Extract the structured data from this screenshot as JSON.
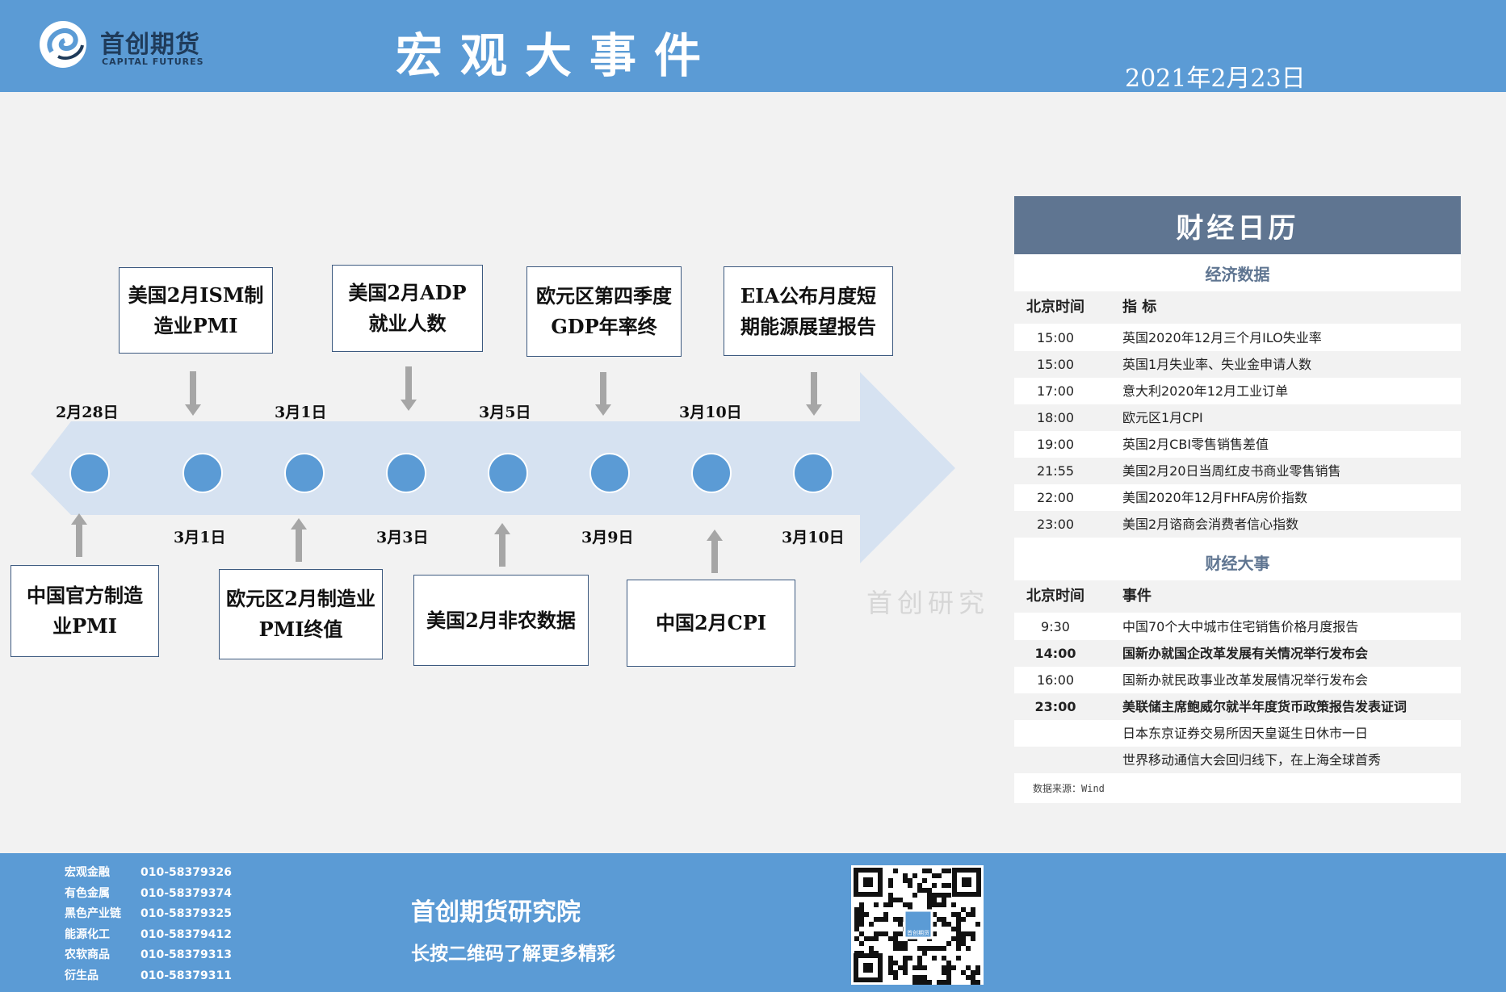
{
  "header": {
    "logo_cn": "首创期货",
    "logo_en": "CAPITAL FUTURES",
    "title": "宏观大事件",
    "date": "2021年2月23日"
  },
  "timeline": {
    "top_boxes": [
      "美国2月ISM制造业PMI",
      "美国2月ADP就业人数",
      "欧元区第四季度GDP年率终",
      "EIA公布月度短期能源展望报告"
    ],
    "bottom_boxes": [
      "中国官方制造业PMI",
      "欧元区2月制造业PMI终值",
      "美国2月非农数据",
      "中国2月CPI"
    ],
    "top_dates": [
      "2月28日",
      "3月1日",
      "3月5日",
      "3月10日"
    ],
    "bottom_dates": [
      "3月1日",
      "3月3日",
      "3月9日",
      "3月10日"
    ],
    "watermark": "首创研究"
  },
  "panel": {
    "title": "财经日历",
    "section1": "经济数据",
    "header1": {
      "time": "北京时间",
      "desc": "指  标"
    },
    "data_rows": [
      {
        "time": "15:00",
        "desc": "英国2020年12月三个月ILO失业率"
      },
      {
        "time": "15:00",
        "desc": "英国1月失业率、失业金申请人数"
      },
      {
        "time": "17:00",
        "desc": "意大利2020年12月工业订单"
      },
      {
        "time": "18:00",
        "desc": "欧元区1月CPI"
      },
      {
        "time": "19:00",
        "desc": "英国2月CBI零售销售差值"
      },
      {
        "time": "21:55",
        "desc": "美国2月20日当周红皮书商业零售销售"
      },
      {
        "time": "22:00",
        "desc": "美国2020年12月FHFA房价指数"
      },
      {
        "time": "23:00",
        "desc": "美国2月谘商会消费者信心指数"
      }
    ],
    "section2": "财经大事",
    "header2": {
      "time": "北京时间",
      "desc": "事件"
    },
    "event_rows": [
      {
        "time": "9:30",
        "desc": "中国70个大中城市住宅销售价格月度报告"
      },
      {
        "time": "14:00",
        "desc": "国新办就国企改革发展有关情况举行发布会"
      },
      {
        "time": "16:00",
        "desc": "国新办就民政事业改革发展情况举行发布会"
      },
      {
        "time": "23:00",
        "desc": "美联储主席鲍威尔就半年度货币政策报告发表证词"
      },
      {
        "time": "",
        "desc": "日本东京证券交易所因天皇诞生日休市一日"
      },
      {
        "time": "",
        "desc": "世界移动通信大会回归线下，在上海全球首秀"
      }
    ],
    "source": "数据来源：Wind"
  },
  "footer": {
    "contacts": [
      {
        "name": "宏观金融",
        "phone": "010-58379326"
      },
      {
        "name": "有色金属",
        "phone": "010-58379374"
      },
      {
        "name": "黑色产业链",
        "phone": "010-58379325"
      },
      {
        "name": "能源化工",
        "phone": "010-58379412"
      },
      {
        "name": "农软商品",
        "phone": "010-58379313"
      },
      {
        "name": "衍生品",
        "phone": "010-58379311"
      }
    ],
    "institute": "首创期货研究院",
    "subtitle": "长按二维码了解更多精彩",
    "qr_label": "首创期货"
  }
}
